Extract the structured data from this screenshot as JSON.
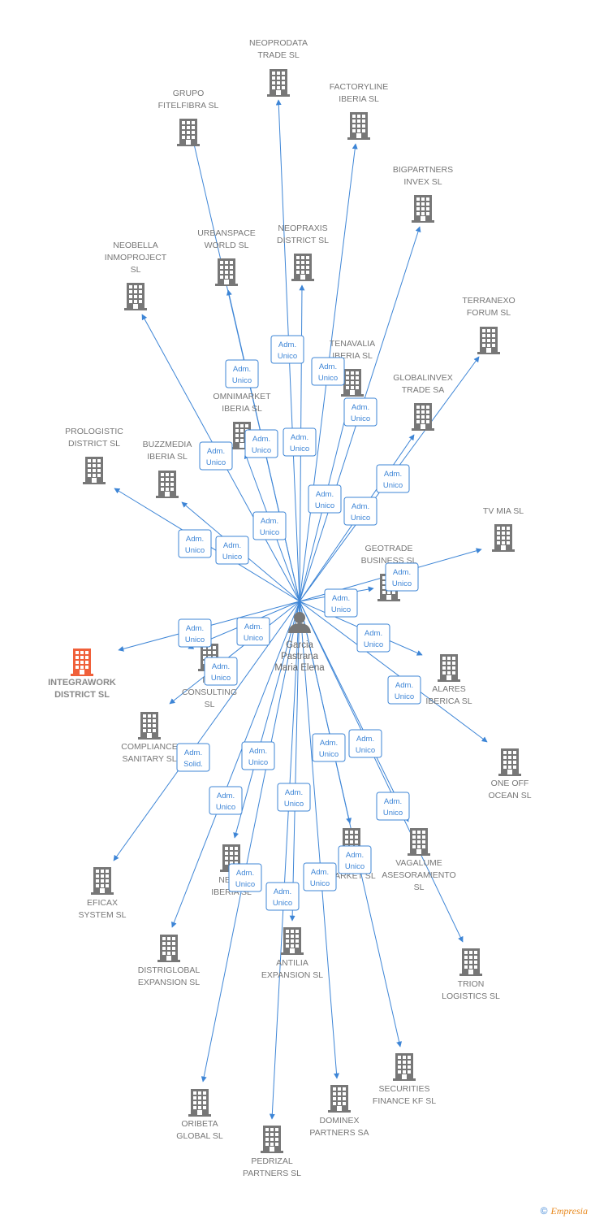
{
  "colors": {
    "edge": "#3d85d6",
    "building": "#777777",
    "building_highlight": "#f0603a",
    "person": "#777777",
    "label": "#777777",
    "footer_brand": "#e8891e"
  },
  "center": {
    "icon": "person-icon",
    "label": [
      "Garcia",
      "Pastrana",
      "Maria Elena"
    ]
  },
  "companies": [
    {
      "id": "neoprodata",
      "label": [
        "NEOPRODATA",
        "TRADE SL"
      ]
    },
    {
      "id": "factoryline",
      "label": [
        "FACTORYLINE",
        "IBERIA SL"
      ]
    },
    {
      "id": "grupo",
      "label": [
        "GRUPO",
        "FITELFIBRA SL"
      ]
    },
    {
      "id": "bigpartners",
      "label": [
        "BIGPARTNERS",
        "INVEX SL"
      ]
    },
    {
      "id": "urbanspace",
      "label": [
        "URBANSPACE",
        "WORLD SL"
      ]
    },
    {
      "id": "neopraxis",
      "label": [
        "NEOPRAXIS",
        "DISTRICT SL"
      ]
    },
    {
      "id": "neobella",
      "label": [
        "NEOBELLA",
        "INMOPROJECT",
        "SL"
      ]
    },
    {
      "id": "terranexo",
      "label": [
        "TERRANEXO",
        "FORUM SL"
      ]
    },
    {
      "id": "tenavalia",
      "label": [
        "TENAVALIA",
        "IBERIA SL"
      ]
    },
    {
      "id": "globalinvex",
      "label": [
        "GLOBALINVEX",
        "TRADE SA"
      ]
    },
    {
      "id": "omnimarket",
      "label": [
        "OMNIMARKET",
        "IBERIA SL"
      ]
    },
    {
      "id": "prologistic",
      "label": [
        "PROLOGISTIC",
        "DISTRICT SL"
      ]
    },
    {
      "id": "buzzmedia",
      "label": [
        "BUZZMEDIA",
        "IBERIA SL"
      ]
    },
    {
      "id": "tvmia",
      "label": [
        "TV MIA SL"
      ]
    },
    {
      "id": "geotrade",
      "label": [
        "GEOTRADE",
        "BUSINESS SL"
      ]
    },
    {
      "id": "integrawork",
      "label": [
        "INTEGRAWORK",
        "DISTRICT SL"
      ],
      "highlight": true
    },
    {
      "id": "inatrade",
      "label": [
        "INA",
        "CONSULTING",
        "SL"
      ]
    },
    {
      "id": "alares",
      "label": [
        "ALARES",
        "IBERICA SL"
      ]
    },
    {
      "id": "compliance",
      "label": [
        "COMPLIANCE",
        "SANITARY SL"
      ]
    },
    {
      "id": "oneoff",
      "label": [
        "ONE OFF",
        "OCEAN SL"
      ]
    },
    {
      "id": "eficax",
      "label": [
        "EFICAX",
        "SYSTEM SL"
      ]
    },
    {
      "id": "neom",
      "label": [
        "NEOM",
        "IBERIA SL"
      ]
    },
    {
      "id": "market",
      "label": [
        "MARKET SL"
      ]
    },
    {
      "id": "vagalume",
      "label": [
        "VAGALUME",
        "ASESORAMIENTO",
        "SL"
      ]
    },
    {
      "id": "distriglobal",
      "label": [
        "DISTRIGLOBAL",
        "EXPANSION SL"
      ]
    },
    {
      "id": "antilia",
      "label": [
        "ANTILIA",
        "EXPANSION SL"
      ]
    },
    {
      "id": "trion",
      "label": [
        "TRION",
        "LOGISTICS SL"
      ]
    },
    {
      "id": "securities",
      "label": [
        "SECURITIES",
        "FINANCE KF SL"
      ]
    },
    {
      "id": "oribeta",
      "label": [
        "ORIBETA",
        "GLOBAL SL"
      ]
    },
    {
      "id": "dominex",
      "label": [
        "DOMINEX",
        "PARTNERS SA"
      ]
    },
    {
      "id": "pedrizal",
      "label": [
        "PEDRIZAL",
        "PARTNERS SL"
      ]
    }
  ],
  "badges": [
    [
      "Adm.",
      "Unico"
    ],
    [
      "Adm.",
      "Unico"
    ],
    [
      "Adm.",
      "Unico"
    ],
    [
      "Adm.",
      "Unico"
    ],
    [
      "Adm.",
      "Unico"
    ],
    [
      "Adm.",
      "Unico"
    ],
    [
      "Adm.",
      "Unico"
    ],
    [
      "Adm.",
      "Unico"
    ],
    [
      "Adm.",
      "Unico"
    ],
    [
      "Adm.",
      "Unico"
    ],
    [
      "Adm.",
      "Unico"
    ],
    [
      "Adm.",
      "Unico"
    ],
    [
      "Adm.",
      "Unico"
    ],
    [
      "Adm.",
      "Unico"
    ],
    [
      "Adm.",
      "Unico"
    ],
    [
      "Adm.",
      "Unico"
    ],
    [
      "Adm.",
      "Unico"
    ],
    [
      "Adm.",
      "Unico"
    ],
    [
      "Adm.",
      "Unico"
    ],
    [
      "Adm.",
      "Unico"
    ],
    [
      "Adm.",
      "Solid."
    ],
    [
      "Adm.",
      "Unico"
    ],
    [
      "Adm.",
      "Unico"
    ],
    [
      "Adm.",
      "Unico"
    ],
    [
      "Adm.",
      "Unico"
    ],
    [
      "Adm.",
      "Unico"
    ],
    [
      "Adm.",
      "Unico"
    ],
    [
      "Adm.",
      "Unico"
    ],
    [
      "Adm.",
      "Unico"
    ],
    [
      "Adm.",
      "Unico"
    ],
    [
      "Adm.",
      "Unico"
    ]
  ],
  "footer": {
    "copyright": "©",
    "brand": "Empresia"
  }
}
